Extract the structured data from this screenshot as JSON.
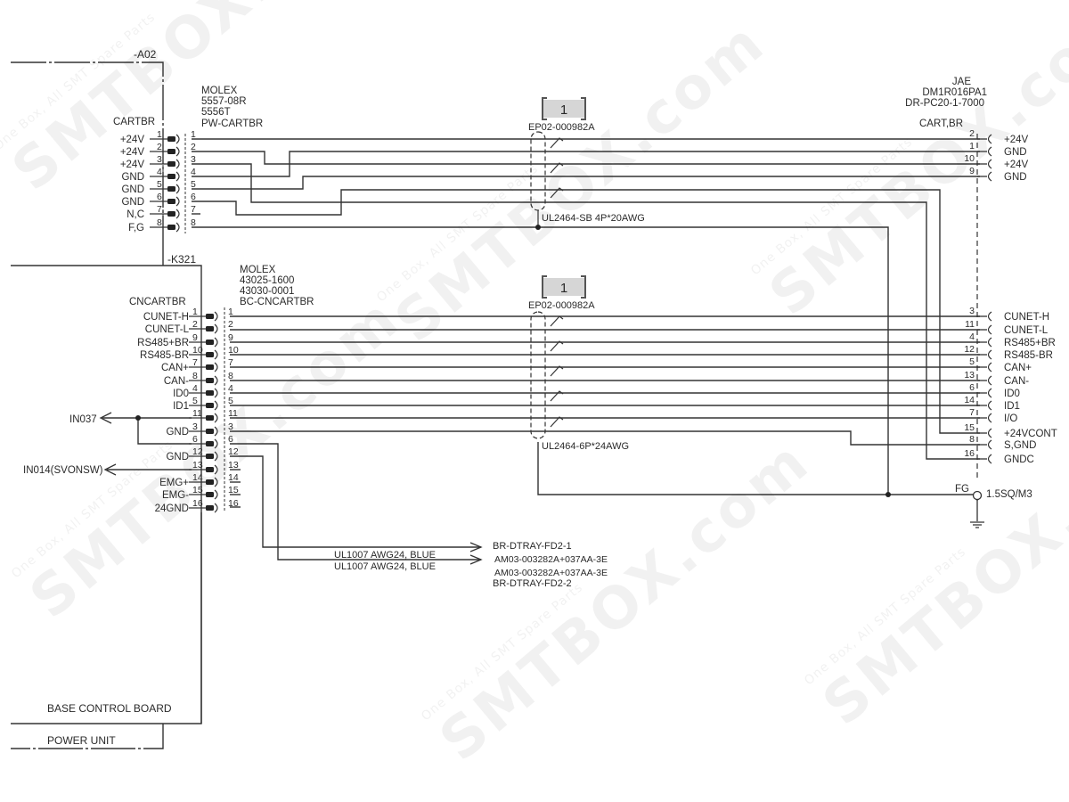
{
  "board_blocks": {
    "a02_label": "-A02",
    "k321_label": "-K321",
    "base_control_board": "BASE CONTROL BOARD",
    "power_unit": "POWER UNIT"
  },
  "upper_left_connector": {
    "name": "CARTBR",
    "maker": "MOLEX",
    "part_lines": [
      "5557-08R",
      "5556T"
    ],
    "plug_name": "PW-CARTBR",
    "pins": [
      {
        "pin": "1",
        "signal": "+24V"
      },
      {
        "pin": "2",
        "signal": "+24V"
      },
      {
        "pin": "3",
        "signal": "+24V"
      },
      {
        "pin": "4",
        "signal": "GND"
      },
      {
        "pin": "5",
        "signal": "GND"
      },
      {
        "pin": "6",
        "signal": "GND"
      },
      {
        "pin": "7",
        "signal": "N,C"
      },
      {
        "pin": "8",
        "signal": "F,G"
      }
    ]
  },
  "upper_cable": {
    "bracket_number": "1",
    "part_number": "EP02-000982A",
    "spec": "UL2464-SB 4P*20AWG"
  },
  "right_connector": {
    "maker": "JAE",
    "part_lines": [
      "DM1R016PA1",
      "DR-PC20-1-7000"
    ],
    "name": "CART,BR",
    "pins": [
      {
        "pin": "2",
        "signal": "+24V"
      },
      {
        "pin": "1",
        "signal": "GND"
      },
      {
        "pin": "10",
        "signal": "+24V"
      },
      {
        "pin": "9",
        "signal": "GND"
      },
      {
        "pin": "3",
        "signal": "CUNET-H"
      },
      {
        "pin": "11",
        "signal": "CUNET-L"
      },
      {
        "pin": "4",
        "signal": "RS485+BR"
      },
      {
        "pin": "12",
        "signal": "RS485-BR"
      },
      {
        "pin": "5",
        "signal": "CAN+"
      },
      {
        "pin": "13",
        "signal": "CAN-"
      },
      {
        "pin": "6",
        "signal": "ID0"
      },
      {
        "pin": "14",
        "signal": "ID1"
      },
      {
        "pin": "7",
        "signal": "I/O"
      },
      {
        "pin": "15",
        "signal": "+24VCONT"
      },
      {
        "pin": "8",
        "signal": "S,GND"
      },
      {
        "pin": "16",
        "signal": "GNDC"
      }
    ]
  },
  "lower_left_connector": {
    "name": "CNCARTBR",
    "maker": "MOLEX",
    "part_lines": [
      "43025-1600",
      "43030-0001"
    ],
    "plug_name": "BC-CNCARTBR",
    "pins": [
      {
        "pin": "1",
        "signal": "CUNET-H"
      },
      {
        "pin": "2",
        "signal": "CUNET-L"
      },
      {
        "pin": "9",
        "signal": "RS485+BR"
      },
      {
        "pin": "10",
        "signal": "RS485-BR"
      },
      {
        "pin": "7",
        "signal": "CAN+"
      },
      {
        "pin": "8",
        "signal": "CAN-"
      },
      {
        "pin": "4",
        "signal": "ID0"
      },
      {
        "pin": "5",
        "signal": "ID1"
      },
      {
        "pin": "11",
        "signal": ""
      },
      {
        "pin": "3",
        "signal": "GND"
      },
      {
        "pin": "6",
        "signal": ""
      },
      {
        "pin": "12",
        "signal": "GND"
      },
      {
        "pin": "13",
        "signal": ""
      },
      {
        "pin": "14",
        "signal": "EMG+"
      },
      {
        "pin": "15",
        "signal": "EMG-"
      },
      {
        "pin": "16",
        "signal": "24GND"
      }
    ]
  },
  "lower_cable": {
    "bracket_number": "1",
    "part_number": "EP02-000982A",
    "spec": "UL2464-6P*24AWG"
  },
  "signals": {
    "in037": "IN037",
    "in014": "IN014(SVONSW)"
  },
  "ground": {
    "label": "FG",
    "spec": "1.5SQ/M3"
  },
  "blue_wires": {
    "wire_spec_1": "UL1007 AWG24, BLUE",
    "wire_spec_2": "UL1007 AWG24, BLUE",
    "dest_1": "BR-DTRAY-FD2-1",
    "part_1": "AM03-003282A+037AA-3E",
    "part_2": "AM03-003282A+037AA-3E",
    "dest_2": "BR-DTRAY-FD2-2"
  },
  "watermark": {
    "brand": "SMTBOX.com",
    "tagline": "One Box, All SMT Spare Parts"
  }
}
